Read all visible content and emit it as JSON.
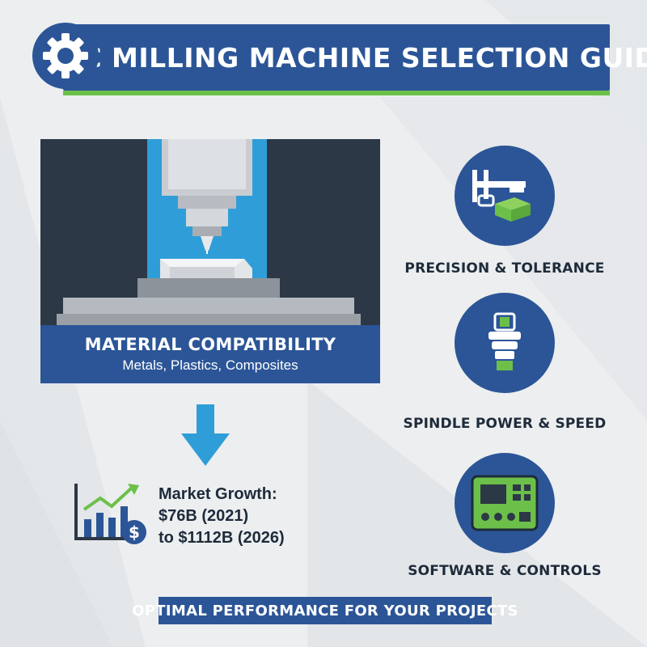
{
  "header": {
    "title": "CNC MILLING MACHINE SELECTION GUIDE",
    "icon": "gear-icon"
  },
  "machine_panel": {
    "title": "MATERIAL COMPATIBILITY",
    "subtitle": "Metals, Plastics, Composites"
  },
  "market": {
    "line1": "Market Growth:",
    "line2": "$76B (2021)",
    "line3": "to $1112B (2026)",
    "icon": "growth-chart-dollar-icon"
  },
  "features": [
    {
      "label": "PRECISION & TOLERANCE",
      "icon": "caliper-icon"
    },
    {
      "label": "SPINDLE POWER & SPEED",
      "icon": "spindle-icon"
    },
    {
      "label": "SOFTWARE & CONTROLS",
      "icon": "control-panel-icon"
    }
  ],
  "footer": {
    "text": "OPTIMAL PERFORMANCE FOR YOUR PROJECTS"
  },
  "colors": {
    "primary_blue": "#2b5597",
    "accent_green": "#6cc04a",
    "sky_blue": "#2f9ed8",
    "dark_bg": "#2c3845",
    "text_dark": "#1e2b3a"
  }
}
